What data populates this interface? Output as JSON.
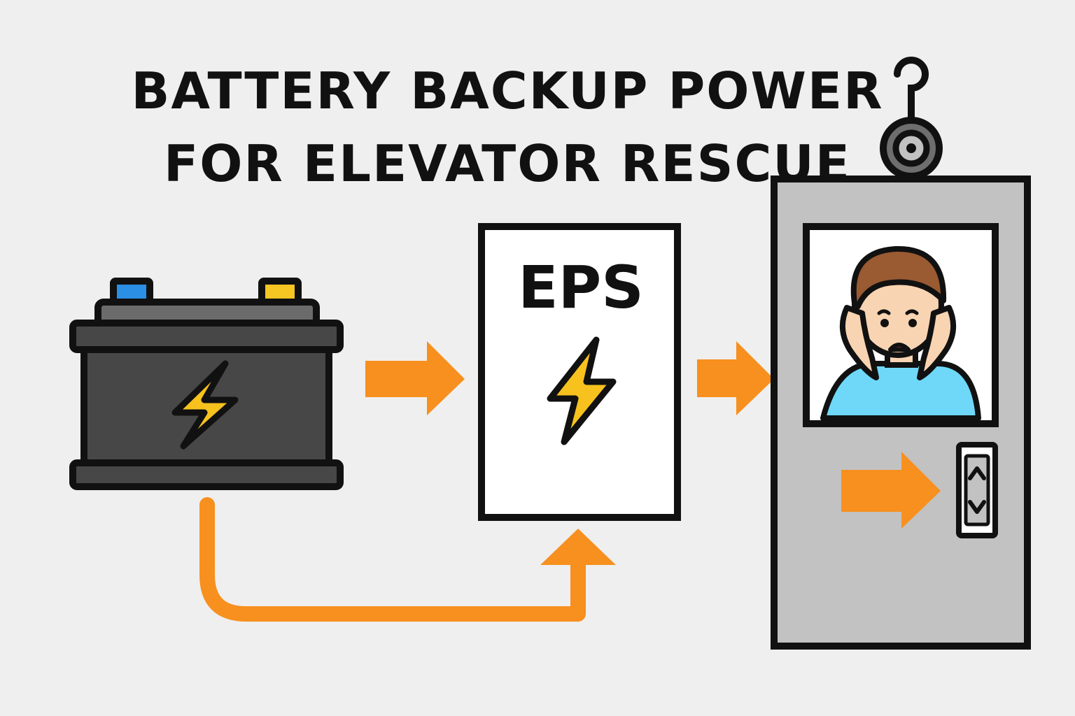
{
  "title": {
    "line1": "BATTERY BACKUP POWER",
    "line2": "FOR ELEVATOR RESCUE"
  },
  "eps": {
    "label": "EPS"
  },
  "icons": {
    "battery": "battery-icon",
    "lightning": "lightning-bolt-icon",
    "elevator": "elevator-car-icon",
    "passenger": "trapped-passenger-icon",
    "pulley": "pulley-icon",
    "call_buttons": "up-down-buttons-icon"
  },
  "colors": {
    "background": "#efefef",
    "outline": "#111111",
    "arrow": "#f7901e",
    "battery_body": "#474747",
    "battery_top": "#6b6b6b",
    "terminal_negative": "#2c8fe6",
    "terminal_positive": "#f6c623",
    "bolt": "#f7c21e",
    "eps_panel": "#ffffff",
    "elevator": "#c2c2c2",
    "shirt": "#6fd8f8",
    "skin": "#f9d4b2",
    "hair": "#9a5a32"
  }
}
